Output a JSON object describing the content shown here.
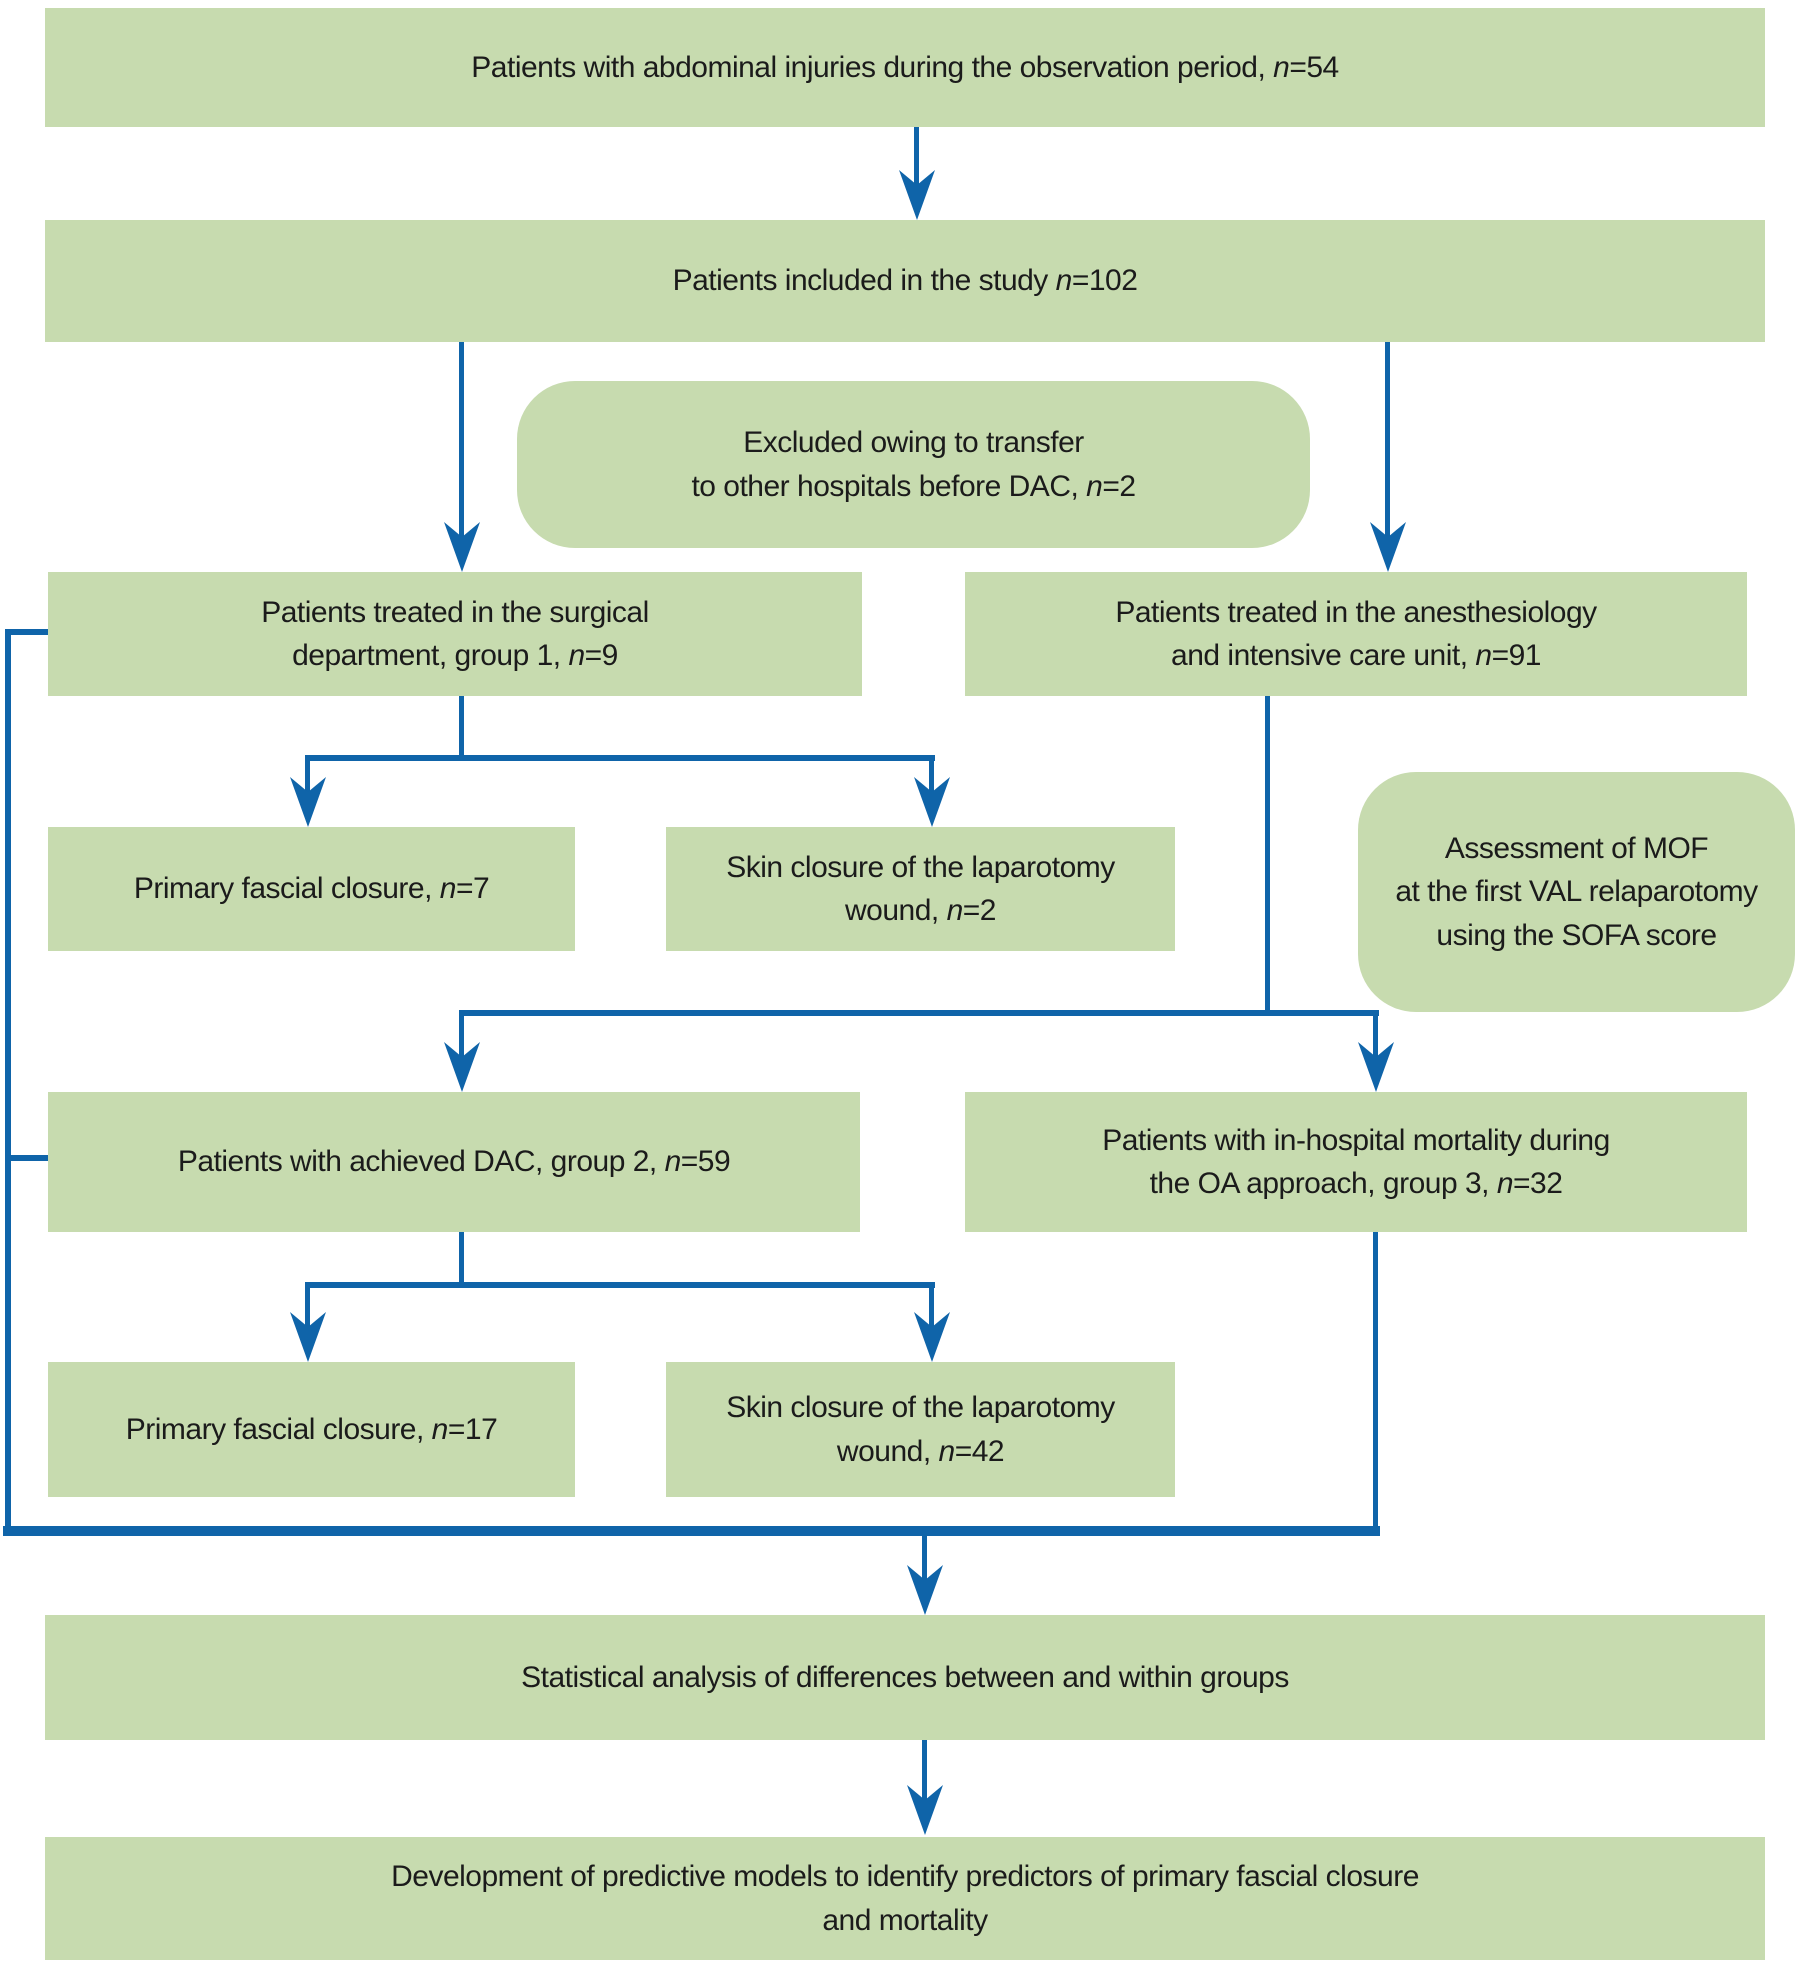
{
  "figure": {
    "type": "flow-diagram",
    "description": "Patient flow diagram of a study on abdominal injuries and damage control surgery"
  },
  "colors": {
    "box_fill": "#c7dbaf",
    "line_blue": "#0f64a9",
    "text": "#1b1b1b",
    "background": "#ffffff"
  },
  "nodes": {
    "observation": {
      "lines": [
        "Patients with abdominal injuries during the observation period, n=54"
      ]
    },
    "included": {
      "lines": [
        "Patients included in the study n=102"
      ]
    },
    "excluded": {
      "lines": [
        "Excluded owing to transfer",
        "to other hospitals before DAC, n=2"
      ]
    },
    "group1": {
      "lines": [
        "Patients treated in the surgical",
        "department, group 1, n=9"
      ]
    },
    "icu": {
      "lines": [
        "Patients treated in the anesthesiology",
        "and intensive care unit, n=91"
      ]
    },
    "pfc1": {
      "lines": [
        "Primary fascial closure, n=7"
      ]
    },
    "skin1": {
      "lines": [
        "Skin closure of the laparotomy",
        "wound, n=2"
      ]
    },
    "mof": {
      "lines": [
        "Assessment of MOF",
        "at the first VAL relaparotomy",
        "using the SOFA score"
      ]
    },
    "group2": {
      "lines": [
        "Patients with achieved DAC, group 2, n=59"
      ]
    },
    "group3": {
      "lines": [
        "Patients with in-hospital mortality during",
        "the OA approach, group 3, n=32"
      ]
    },
    "pfc2": {
      "lines": [
        "Primary fascial closure, n=17"
      ]
    },
    "skin2": {
      "lines": [
        "Skin closure of the laparotomy",
        "wound, n=42"
      ]
    },
    "stats": {
      "lines": [
        "Statistical analysis of differences between and within groups"
      ]
    },
    "models": {
      "lines": [
        "Development of predictive models to identify predictors of primary fascial closure",
        "and mortality"
      ]
    }
  },
  "edges": [
    {
      "from": "observation",
      "to": "included"
    },
    {
      "from": "included",
      "to": "group1"
    },
    {
      "from": "included",
      "to": "icu"
    },
    {
      "from": "group1",
      "to": "pfc1"
    },
    {
      "from": "group1",
      "to": "skin1"
    },
    {
      "from": "icu",
      "to": "group2"
    },
    {
      "from": "icu",
      "to": "group3"
    },
    {
      "from": "group2",
      "to": "pfc2"
    },
    {
      "from": "group2",
      "to": "skin2"
    },
    {
      "from": "group1",
      "to": "stats"
    },
    {
      "from": "group2",
      "to": "stats"
    },
    {
      "from": "group3",
      "to": "stats"
    },
    {
      "from": "stats",
      "to": "models"
    }
  ]
}
